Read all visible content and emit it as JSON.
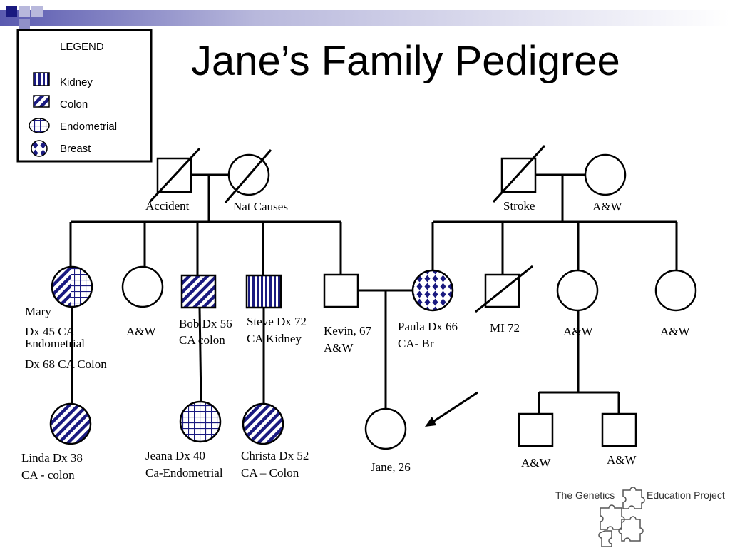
{
  "title": "Jane’s Family Pedigree",
  "legend": {
    "heading": "LEGEND",
    "items": [
      "Kidney",
      "Colon",
      "Endometrial",
      "Breast"
    ]
  },
  "labels": {
    "accident": "Accident",
    "nat_causes": "Nat Causes",
    "stroke": "Stroke",
    "gp_right_aw": "A&W",
    "mary_name": "Mary",
    "mary_dx1": "Dx 45 CA",
    "mary_dx1b": "Endometrial",
    "mary_dx2": "Dx 68 CA Colon",
    "aunt_aw": "A&W",
    "bob_1": "Bob Dx 56",
    "bob_2": "CA colon",
    "steve_1": "Steve Dx 72",
    "steve_2": "CA Kidney",
    "kevin_1": "Kevin, 67",
    "kevin_2": "A&W",
    "paula_1": "Paula Dx 66",
    "paula_2": "CA- Br",
    "mi": "MI 72",
    "r_aunt1_aw": "A&W",
    "r_aunt2_aw": "A&W",
    "linda_1": "Linda Dx 38",
    "linda_2": "CA - colon",
    "jeana_1": "Jeana Dx 40",
    "jeana_2": "Ca-Endometrial",
    "christa_1": "Christa  Dx 52",
    "christa_2": "CA – Colon",
    "jane": "Jane, 26",
    "cousin1_aw": "A&W",
    "cousin2_aw": "A&W"
  },
  "logo": {
    "left": "The Genetics",
    "right": "Education Project"
  },
  "colors": {
    "pattern": "#1a1a80",
    "accent_blue": "#3a3aa0"
  }
}
